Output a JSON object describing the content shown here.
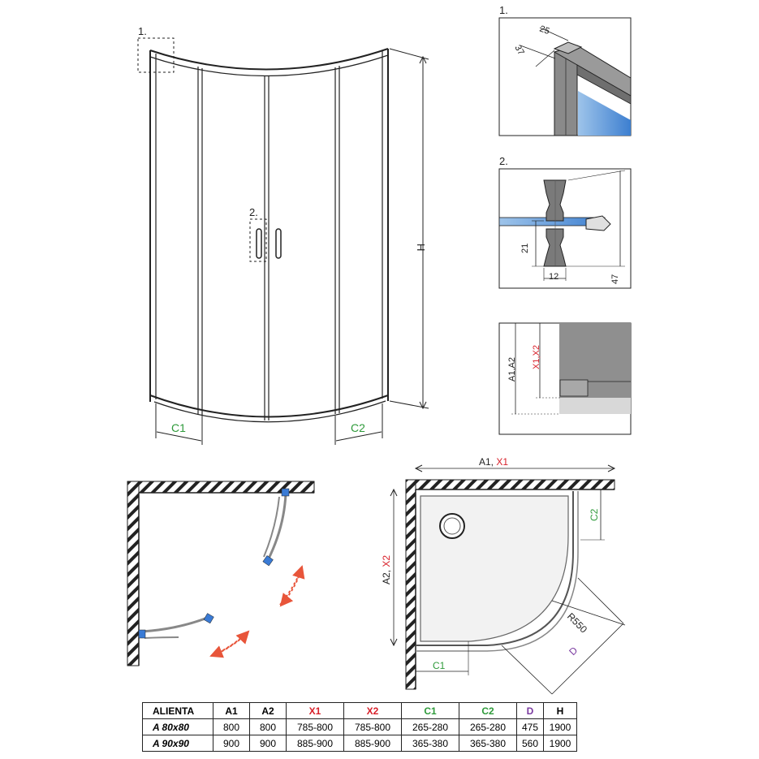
{
  "colors": {
    "red": "#d8202a",
    "green": "#2e9a3a",
    "purple": "#7a3aa0",
    "blue_glass": "#4a8fd8",
    "arrow_red": "#e8553a",
    "line": "#222222"
  },
  "labels": {
    "detail1": "1.",
    "detail2": "2.",
    "height": "H",
    "c1": "C1",
    "c2": "C2",
    "dim_25": "25",
    "dim_37": "37",
    "dim_21": "21",
    "dim_12": "12",
    "dim_47": "47",
    "a1a2": "A1,A2",
    "x1x2": "X1,X2",
    "a1": "A1, ",
    "x1": "X1",
    "a2": "A2, ",
    "x2": "X2",
    "r550": "R550",
    "d": "D"
  },
  "table": {
    "headers": [
      "ALIENTA",
      "A1",
      "A2",
      "X1",
      "X2",
      "C1",
      "C2",
      "D",
      "H"
    ],
    "header_colors": [
      "#222222",
      "#222222",
      "#222222",
      "#d8202a",
      "#d8202a",
      "#2e9a3a",
      "#2e9a3a",
      "#7a3aa0",
      "#222222"
    ],
    "rows": [
      [
        "A 80x80",
        "800",
        "800",
        "785-800",
        "785-800",
        "265-280",
        "265-280",
        "475",
        "1900"
      ],
      [
        "A 90x90",
        "900",
        "900",
        "885-900",
        "885-900",
        "365-380",
        "365-380",
        "560",
        "1900"
      ]
    ]
  }
}
